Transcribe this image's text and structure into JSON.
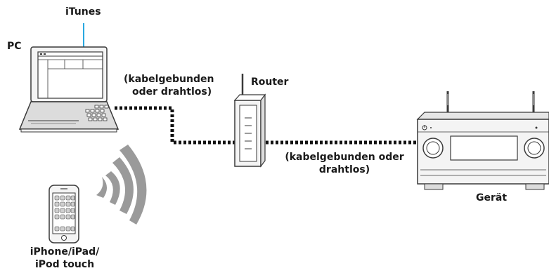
{
  "labels": {
    "itunes": "iTunes",
    "pc": "PC",
    "conn_pc_line1": "(kabelgebunden",
    "conn_pc_line2": "oder drahtlos)",
    "router": "Router",
    "conn_device_line1": "(kabelgebunden oder",
    "conn_device_line2": "drahtlos)",
    "device": "Gerät",
    "mobile_line1": "iPhone/iPad/",
    "mobile_line2": "iPod touch"
  },
  "colors": {
    "itunes_line": "#29a8e0",
    "outline": "#3a3a3a",
    "body_fill": "#f4f4f4",
    "keyboard_fill": "#dcdcdc",
    "signal_wave": "#9a9a9a",
    "connection_line": "#111111"
  },
  "icons": [
    "laptop-icon",
    "router-icon",
    "av-receiver-icon",
    "smartphone-icon",
    "wireless-signal-icon"
  ]
}
